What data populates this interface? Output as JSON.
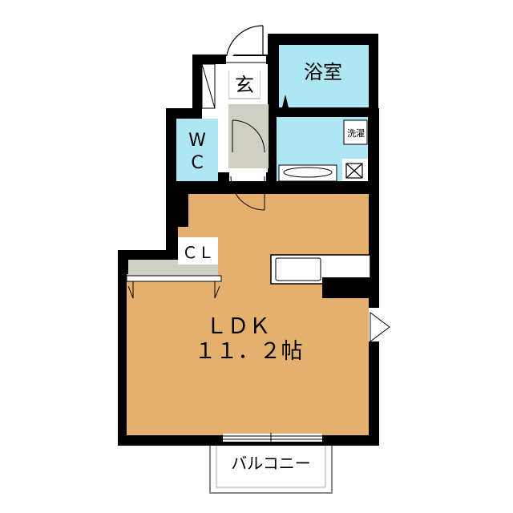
{
  "rooms": {
    "ldk_name": "ＬＤＫ",
    "ldk_size": "１１．２帖",
    "bath": "浴室",
    "entrance": "玄",
    "toilet_line1": "W",
    "toilet_line2": "C",
    "closet": "ＣＬ",
    "laundry": "洗濯",
    "balcony": "バルコニー"
  },
  "colors": {
    "ldk_floor": "#e3b06e",
    "wet_area": "#aee6f4",
    "entrance_floor": "#cfcfc4",
    "wall": "#000000",
    "exterior": "#ffffff"
  }
}
